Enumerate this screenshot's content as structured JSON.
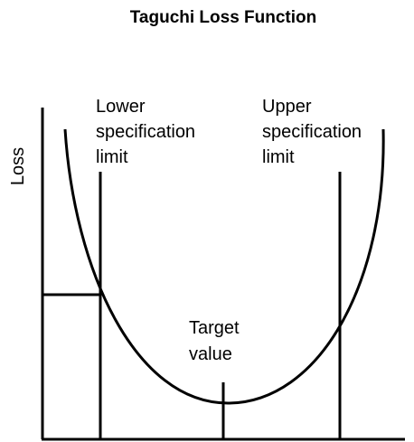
{
  "title": "Taguchi Loss Function",
  "y_axis_label": "Loss",
  "labels": {
    "lower_spec": [
      "Lower",
      "specification",
      "limit"
    ],
    "upper_spec": [
      "Upper",
      "specification",
      "limit"
    ],
    "target": [
      "Target",
      "value"
    ]
  },
  "colors": {
    "ink": "#000000",
    "background": "#ffffff"
  }
}
